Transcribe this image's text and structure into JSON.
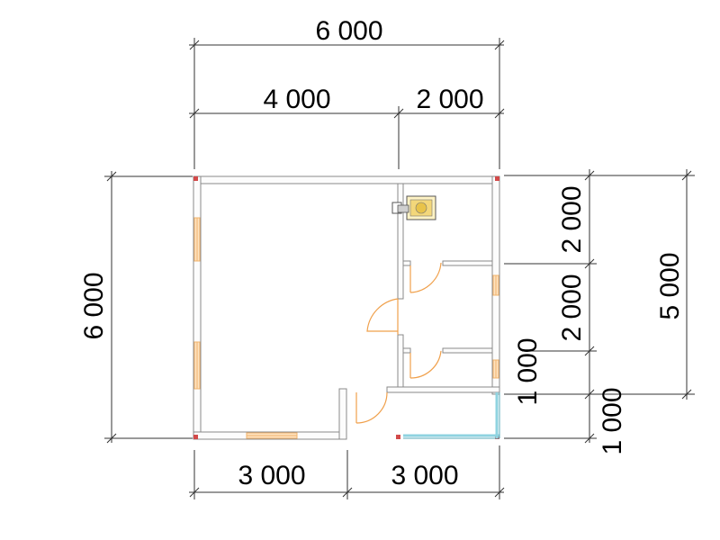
{
  "dimensions": {
    "top_total": "6 000",
    "top_left": "4 000",
    "top_right": "2 000",
    "bottom_left": "3 000",
    "bottom_right": "3 000",
    "left_total": "6 000",
    "right_outer": "5 000",
    "right_seg1": "2 000",
    "right_seg2": "2 000",
    "right_seg3": "1 000",
    "right_seg4": "1 000"
  },
  "colors": {
    "wall_outline": "#8a8a8a",
    "wall_hatch": "#e6a2a2",
    "window": "#f2b36b",
    "glazing": "#8fd3e0",
    "door_swing": "#f0a04b",
    "corner_mark": "#d24a4a"
  },
  "icons": {
    "stove": "sauna-stove-icon"
  }
}
